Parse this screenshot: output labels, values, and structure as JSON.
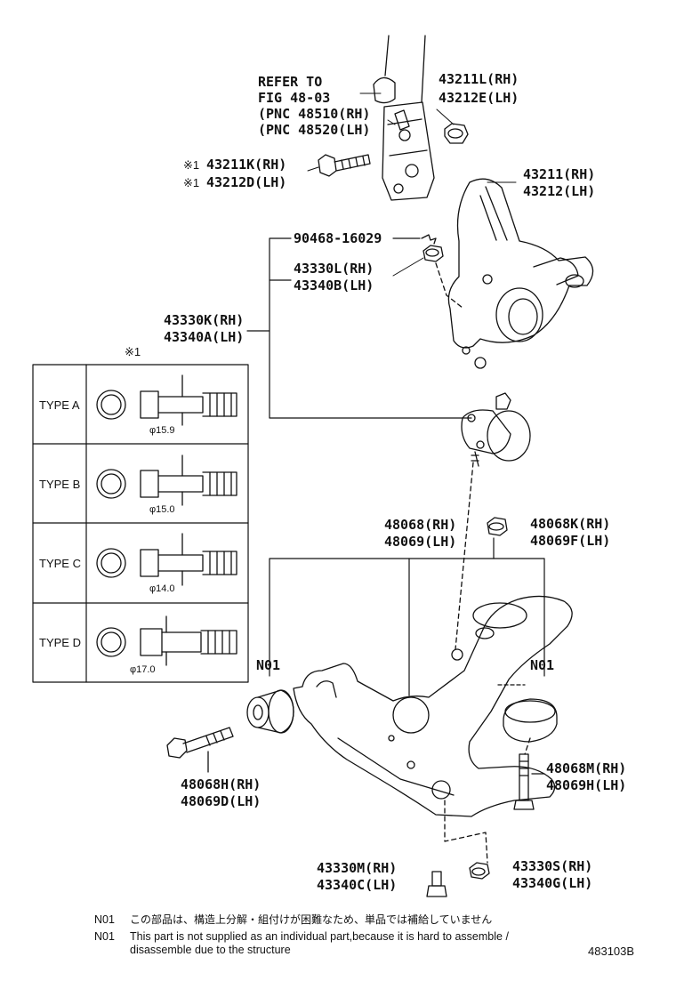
{
  "refer": {
    "line1": "REFER TO",
    "line2": "FIG 48-03",
    "line3": "(PNC 48510(RH)",
    "line4": "(PNC 48520(LH)"
  },
  "parts": {
    "p43211L": "43211L(RH)",
    "p43212E": "43212E(LH)",
    "p43211K": "43211K(RH)",
    "p43212D": "43212D(LH)",
    "mark1": "※1",
    "p43211": "43211(RH)",
    "p43212": "43212(LH)",
    "p90468": "90468-16029",
    "p43330L": "43330L(RH)",
    "p43340B": "43340B(LH)",
    "p43330K": "43330K(RH)",
    "p43340A": "43340A(LH)",
    "p48068": "48068(RH)",
    "p48069": "48069(LH)",
    "p48068K": "48068K(RH)",
    "p48069F": "48069F(LH)",
    "n01_left": "N01",
    "n01_right": "N01",
    "p48068H": "48068H(RH)",
    "p48069D": "48069D(LH)",
    "p48068M": "48068M(RH)",
    "p48069H": "48069H(LH)",
    "p43330M": "43330M(RH)",
    "p43340C": "43340C(LH)",
    "p43330S": "43330S(RH)",
    "p43340G": "43340G(LH)"
  },
  "types": {
    "header": "※1",
    "rows": [
      {
        "label": "TYPE A",
        "dim": "φ15.9"
      },
      {
        "label": "TYPE B",
        "dim": "φ15.0"
      },
      {
        "label": "TYPE C",
        "dim": "φ14.0"
      },
      {
        "label": "TYPE D",
        "dim": "φ17.0"
      }
    ]
  },
  "notes": {
    "jp_code": "N01",
    "jp_text": "この部品は、構造上分解・組付けが困難なため、単品では補給していません",
    "en_code": "N01",
    "en_text": "This part is not supplied as an individual part,because it is hard to assemble /\ndisassemble due to the structure",
    "figure_no": "483103B"
  }
}
